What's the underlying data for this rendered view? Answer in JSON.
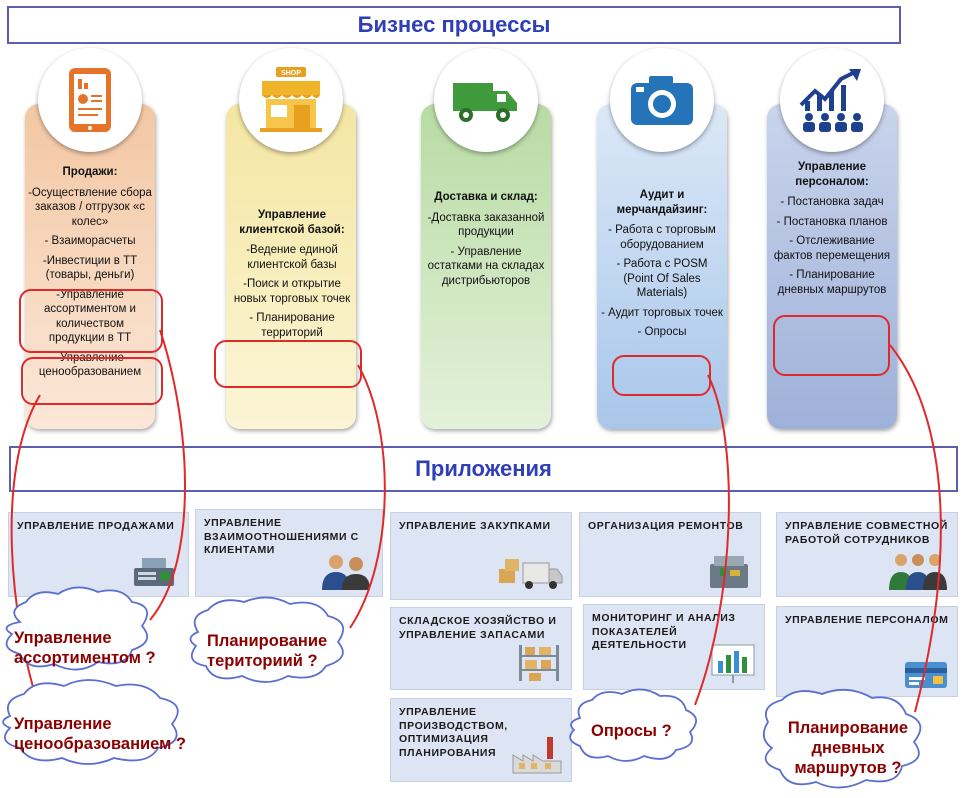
{
  "titles": {
    "business": "Бизнес процессы",
    "apps": "Приложения"
  },
  "columns": [
    {
      "head": "Продажи:",
      "items": [
        "-Осуществление сбора заказов / отгрузок «с колес»",
        "- Взаиморасчеты",
        "-Инвестиции в ТТ (товары, деньги)",
        "-Управление ассортиментом и количеством продукции в ТТ",
        "-Управление ценообразованием"
      ]
    },
    {
      "head": "Управление клиентской базой:",
      "items": [
        "-Ведение единой клиентской базы",
        "-Поиск и открытие новых торговых точек",
        "- Планирование территорий"
      ]
    },
    {
      "head": "Доставка и склад:",
      "items": [
        "-Доставка заказанной продукции",
        "- Управление остатками на складах дистрибьюторов"
      ]
    },
    {
      "head": "Аудит и мерчандайзинг:",
      "items": [
        "- Работа с торговым оборудованием",
        "- Работа с POSM (Point Of Sales Materials)",
        "- Аудит торговых точек",
        "- Опросы"
      ]
    },
    {
      "head": "Управление персоналом:",
      "items": [
        "- Постановка задач",
        "- Постановка планов",
        "- Отслеживание фактов перемещения",
        "- Планирование дневных маршрутов"
      ]
    }
  ],
  "shop_sign": "SHOP",
  "apps": [
    {
      "title": "Управление продажами"
    },
    {
      "title": "Управление взаимоотношениями с клиентами"
    },
    {
      "title": "Управление закупками"
    },
    {
      "title": "Организация ремонтов"
    },
    {
      "title": "Управление совместной работой сотрудников"
    },
    {
      "title": "Складское хозяйство и управление запасами"
    },
    {
      "title": "Мониторинг и анализ показателей деятельности"
    },
    {
      "title": "Управление персоналом"
    },
    {
      "title": "Управление производством, оптимизация планирования"
    }
  ],
  "questions": {
    "assortment": [
      "Управление",
      "ассортиментом ?"
    ],
    "territory": [
      "Планирование",
      "териториий ?"
    ],
    "pricing": [
      "Управление",
      "ценообразованием ?"
    ],
    "surveys": [
      "Опросы ?"
    ],
    "routes": [
      "Планирование",
      "дневных",
      "маршрутов ?"
    ]
  },
  "colors": {
    "col1": "#f6c8a4",
    "col2": "#f5e8a6",
    "col3": "#b9dca6",
    "col4": "#bfd4f0",
    "col5": "#b4c4e4",
    "accent_red": "#e02a2a",
    "question_text": "#8b0000",
    "title_blue": "#2f3fb8"
  }
}
